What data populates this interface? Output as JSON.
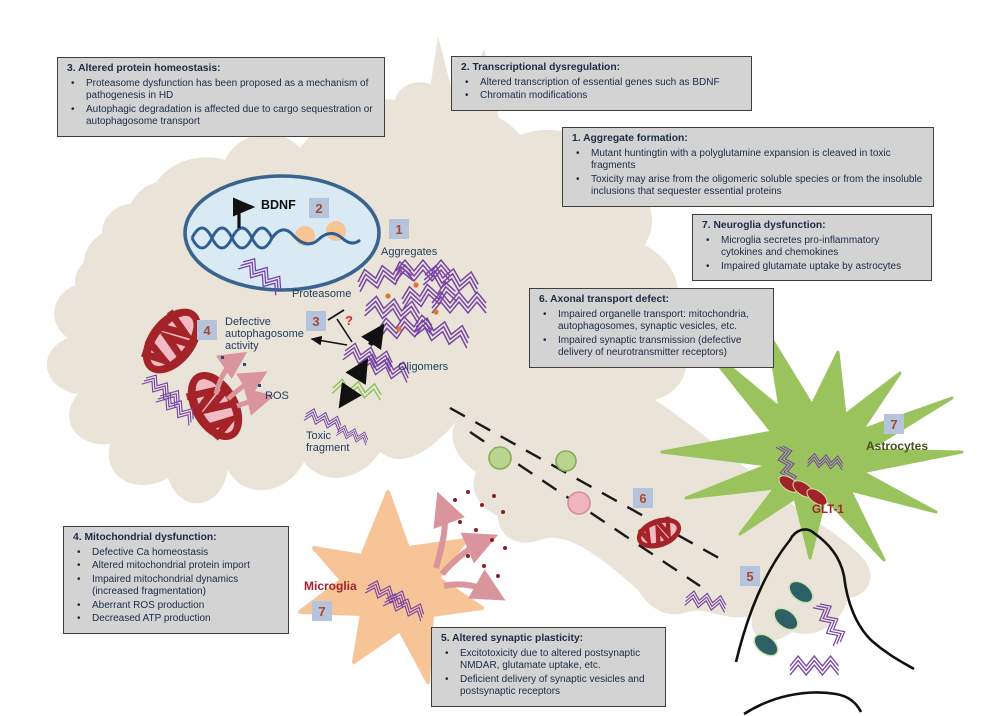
{
  "figure": {
    "type": "cell-biology-diagram",
    "topic": "Huntington's disease pathogenic mechanisms in a neuron"
  },
  "boxes": [
    {
      "title": "1. Aggregate formation:",
      "bullets": [
        "Mutant huntingtin with a polyglutamine expansion is cleaved in toxic fragments",
        "Toxicity may arise from the oligomeric soluble species or from the insoluble inclusions that sequester essential proteins"
      ]
    },
    {
      "title": "2. Transcriptional dysregulation:",
      "bullets": [
        "Altered transcription of essential genes such as BDNF",
        "Chromatin modifications"
      ]
    },
    {
      "title": "3. Altered protein homeostasis:",
      "bullets": [
        "Proteasome dysfunction has been proposed as a mechanism of pathogenesis in HD",
        "Autophagic degradation is affected due to cargo sequestration or autophagosome transport"
      ]
    },
    {
      "title": "4. Mitochondrial dysfunction:",
      "bullets": [
        "Defective Ca homeostasis",
        "Altered mitochondrial protein import",
        "Impaired mitochondrial dynamics (increased fragmentation)",
        "Aberrant ROS production",
        "Decreased ATP production"
      ]
    },
    {
      "title": "5. Altered synaptic plasticity:",
      "bullets": [
        "Excitotoxicity due to altered postsynaptic NMDAR, glutamate uptake, etc.",
        "Deficient delivery of synaptic vesicles and postsynaptic receptors"
      ]
    },
    {
      "title": "6. Axonal transport defect:",
      "bullets": [
        "Impaired organelle transport: mitochondria, autophagosomes, synaptic vesicles, etc.",
        "Impaired synaptic transmission (defective delivery of neurotransmitter receptors)"
      ]
    },
    {
      "title": "7. Neuroglia dysfunction:",
      "bullets": [
        "Microglia secretes pro-inflammatory cytokines and chemokines",
        "Impaired glutamate uptake by astrocytes"
      ]
    }
  ],
  "labels": {
    "bdnf": "BDNF",
    "aggregates": "Aggregates",
    "proteasome": "Proteasome",
    "oligomers": "Oligomers",
    "toxic_fragment": "Toxic fragment",
    "defective_autophagosome": "Defective autophagosome activity",
    "ros": "ROS",
    "astrocytes": "Astrocytes",
    "glt1": "GLT-1",
    "microglia": "Microglia",
    "question_mark": "?"
  },
  "badges": {
    "one": "1",
    "two": "2",
    "three": "3",
    "four": "4",
    "five": "5",
    "six": "6",
    "seven_astro": "7",
    "seven_micro": "7"
  },
  "colors": {
    "soma": "#e9e4d7",
    "nucleus_fill": "#d9eaf5",
    "nucleus_stroke": "#3a648e",
    "dna": "#2e5e92",
    "nucleosome": "#f6c495",
    "huntingtin_purple": "#7743a6",
    "fragment_green": "#8cc152",
    "aggregate_dot_orange": "#e0762c",
    "mitochondria_red": "#a42329",
    "mitochondria_pink": "#f2bac3",
    "ros_arrow_rose": "#d9949c",
    "microglia_orange": "#f7c497",
    "astrocyte_green": "#9ac35e",
    "receptor_teal": "#2d5f66",
    "badge_bg": "#b5c3dd",
    "badge_text": "#a8492a",
    "box_bg": "#d3d3d3",
    "label_navy": "#1f3a5f",
    "label_red": "#a1242a",
    "label_green": "#47531e"
  }
}
